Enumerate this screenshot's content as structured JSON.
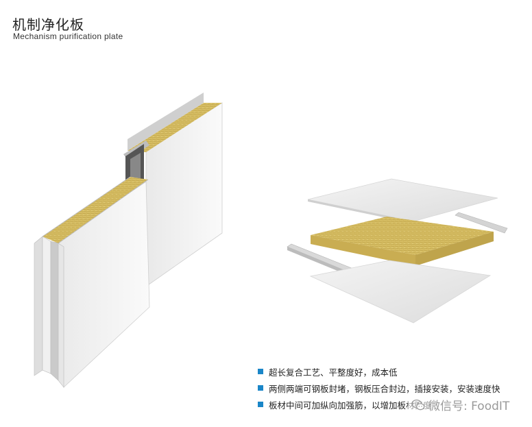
{
  "header": {
    "title_cn": "机制净化板",
    "title_en": "Mechanism purification plate"
  },
  "features": [
    "超长复合工艺、平整度好，成本低",
    "两侧两端可钢板封堵，钢板压合封边，插接安装，安装速度快",
    "板材中间可加纵向加强筋，以增加板材强度"
  ],
  "watermark": {
    "text": "微信号: FoodIT",
    "icon": "wechat-icon"
  },
  "colors": {
    "bullet": "#1a86c8",
    "rockwool": "#d8c06a",
    "panel_face": "#f3f3f3",
    "steel": "#c8c8c8"
  }
}
